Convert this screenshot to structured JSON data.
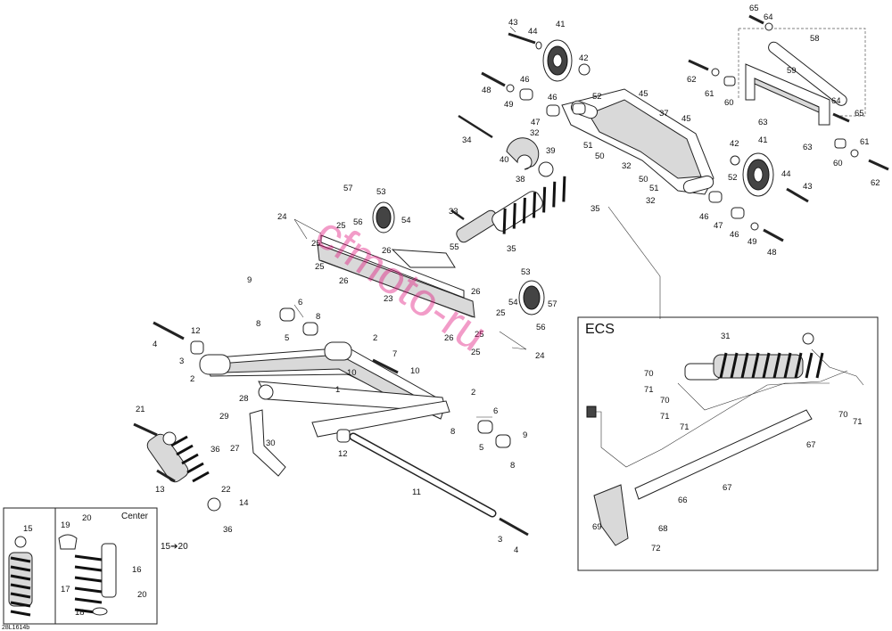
{
  "diagram": {
    "code": "28L1614b",
    "watermark": "cfmoto-ru",
    "ecs_title": "ECS",
    "center_title": "Center",
    "center_ref": "15➔20",
    "labels": {
      "1": "1",
      "2": "2",
      "3": "3",
      "4": "4",
      "5": "5",
      "6": "6",
      "7": "7",
      "8": "8",
      "9": "9",
      "10": "10",
      "11": "11",
      "12": "12",
      "13": "13",
      "14": "14",
      "15": "15",
      "16": "16",
      "17": "17",
      "18": "18",
      "19": "19",
      "20": "20",
      "21": "21",
      "22": "22",
      "23": "23",
      "24": "24",
      "25": "25",
      "26": "26",
      "27": "27",
      "28": "28",
      "29": "29",
      "30": "30",
      "31": "31",
      "32": "32",
      "33": "33",
      "34": "34",
      "35": "35",
      "36": "36",
      "37": "37",
      "38": "38",
      "39": "39",
      "40": "40",
      "41": "41",
      "42": "42",
      "43": "43",
      "44": "44",
      "45": "45",
      "46": "46",
      "47": "47",
      "48": "48",
      "49": "49",
      "50": "50",
      "51": "51",
      "52": "52",
      "53": "53",
      "54": "54",
      "55": "55",
      "56": "56",
      "57": "57",
      "58": "58",
      "59": "59",
      "60": "60",
      "61": "61",
      "62": "62",
      "63": "63",
      "64": "64",
      "65": "65",
      "66": "66",
      "67": "67",
      "68": "68",
      "69": "69",
      "70": "70",
      "71": "71",
      "72": "72"
    }
  }
}
